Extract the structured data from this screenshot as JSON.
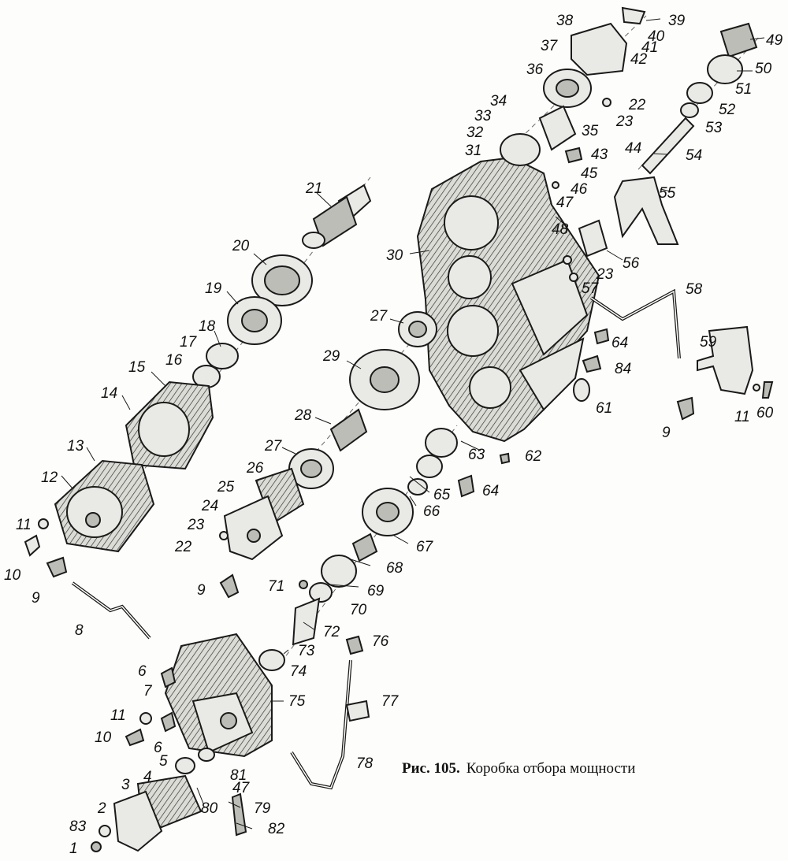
{
  "caption": {
    "figure_label": "Рис. 105.",
    "title": "Коробка отбора мощности"
  },
  "callouts": [
    {
      "n": "1"
    },
    {
      "n": "2"
    },
    {
      "n": "3"
    },
    {
      "n": "4"
    },
    {
      "n": "5"
    },
    {
      "n": "6"
    },
    {
      "n": "6"
    },
    {
      "n": "7"
    },
    {
      "n": "8"
    },
    {
      "n": "9"
    },
    {
      "n": "9"
    },
    {
      "n": "9"
    },
    {
      "n": "10"
    },
    {
      "n": "10"
    },
    {
      "n": "11"
    },
    {
      "n": "11"
    },
    {
      "n": "11"
    },
    {
      "n": "12"
    },
    {
      "n": "13"
    },
    {
      "n": "14"
    },
    {
      "n": "15"
    },
    {
      "n": "16"
    },
    {
      "n": "17"
    },
    {
      "n": "18"
    },
    {
      "n": "19"
    },
    {
      "n": "20"
    },
    {
      "n": "21"
    },
    {
      "n": "22"
    },
    {
      "n": "22"
    },
    {
      "n": "23"
    },
    {
      "n": "23"
    },
    {
      "n": "23"
    },
    {
      "n": "24"
    },
    {
      "n": "25"
    },
    {
      "n": "26"
    },
    {
      "n": "27"
    },
    {
      "n": "27"
    },
    {
      "n": "28"
    },
    {
      "n": "29"
    },
    {
      "n": "30"
    },
    {
      "n": "31"
    },
    {
      "n": "32"
    },
    {
      "n": "33"
    },
    {
      "n": "34"
    },
    {
      "n": "35"
    },
    {
      "n": "36"
    },
    {
      "n": "37"
    },
    {
      "n": "38"
    },
    {
      "n": "39"
    },
    {
      "n": "40"
    },
    {
      "n": "41"
    },
    {
      "n": "42"
    },
    {
      "n": "43"
    },
    {
      "n": "44"
    },
    {
      "n": "45"
    },
    {
      "n": "46"
    },
    {
      "n": "47"
    },
    {
      "n": "47"
    },
    {
      "n": "48"
    },
    {
      "n": "49"
    },
    {
      "n": "50"
    },
    {
      "n": "51"
    },
    {
      "n": "52"
    },
    {
      "n": "53"
    },
    {
      "n": "54"
    },
    {
      "n": "55"
    },
    {
      "n": "56"
    },
    {
      "n": "57"
    },
    {
      "n": "58"
    },
    {
      "n": "59"
    },
    {
      "n": "60"
    },
    {
      "n": "61"
    },
    {
      "n": "62"
    },
    {
      "n": "63"
    },
    {
      "n": "64"
    },
    {
      "n": "64"
    },
    {
      "n": "65"
    },
    {
      "n": "66"
    },
    {
      "n": "67"
    },
    {
      "n": "68"
    },
    {
      "n": "69"
    },
    {
      "n": "70"
    },
    {
      "n": "71"
    },
    {
      "n": "72"
    },
    {
      "n": "73"
    },
    {
      "n": "74"
    },
    {
      "n": "75"
    },
    {
      "n": "76"
    },
    {
      "n": "77"
    },
    {
      "n": "78"
    },
    {
      "n": "79"
    },
    {
      "n": "80"
    },
    {
      "n": "81"
    },
    {
      "n": "82"
    },
    {
      "n": "83"
    },
    {
      "n": "84"
    }
  ]
}
